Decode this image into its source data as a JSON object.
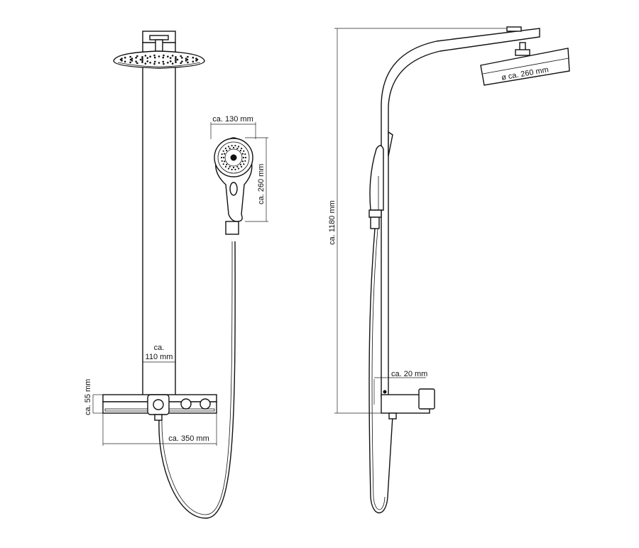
{
  "dimensions": {
    "column_width_top": "ca.",
    "column_width_bottom": "110 mm",
    "shelf_height": "ca. 55 mm",
    "shelf_length": "ca. 350 mm",
    "handshower_width": "ca. 130 mm",
    "handshower_length": "ca. 260 mm",
    "overall_height": "ca. 1180 mm",
    "wall_distance": "ca. 20 mm",
    "head_diameter": "ø ca. 260 mm"
  }
}
